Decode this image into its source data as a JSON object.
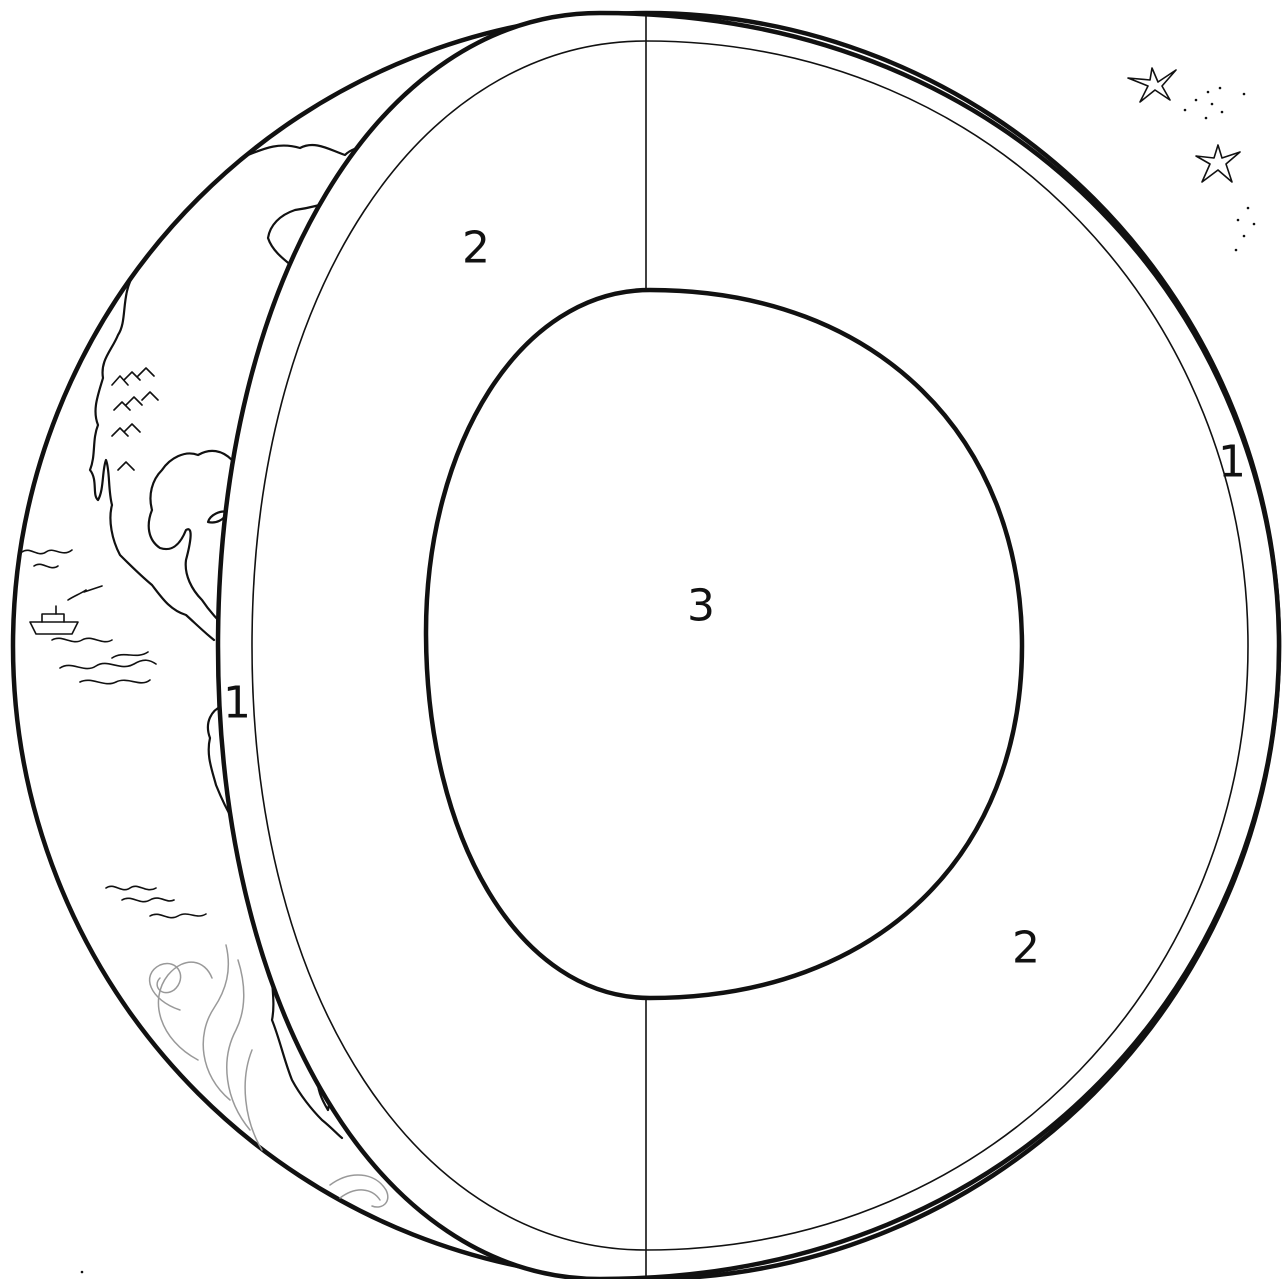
{
  "diagram": {
    "labels": {
      "crust_left": "1",
      "crust_right": "1",
      "mantle_top": "2",
      "mantle_bottom": "2",
      "core": "3"
    },
    "icons": [
      "star-icon",
      "ship-icon",
      "wave-icon",
      "mountain-icon",
      "swirl-icon"
    ]
  }
}
